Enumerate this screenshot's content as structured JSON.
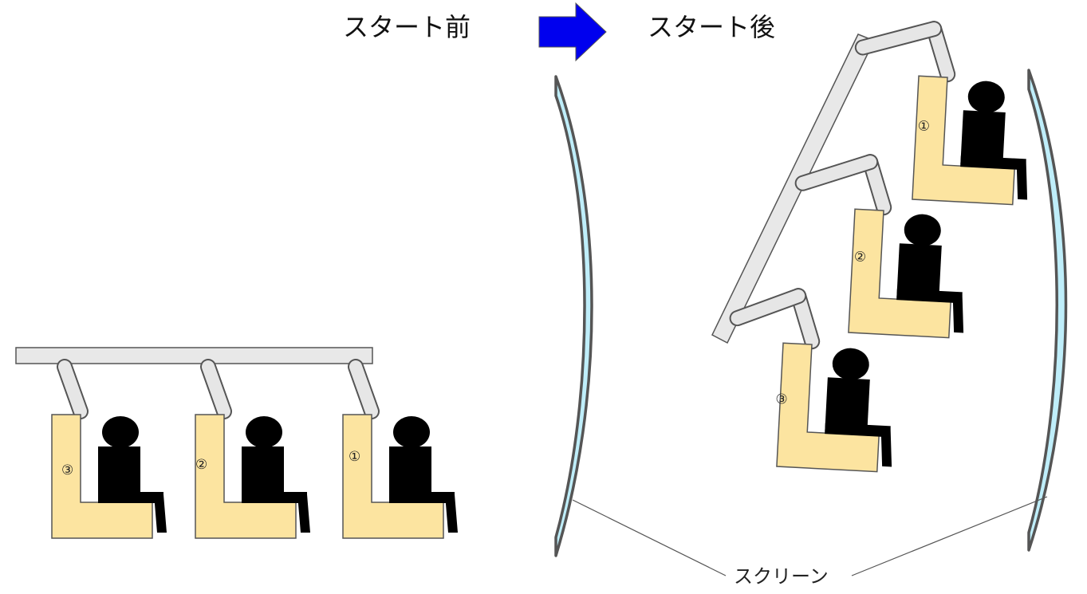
{
  "titles": {
    "before": "スタート前",
    "after": "スタート後"
  },
  "screen_label": "スクリーン",
  "seat_numbers": {
    "before": [
      "③",
      "②",
      "①"
    ],
    "after": [
      "①",
      "②",
      "③"
    ]
  },
  "colors": {
    "seat": "#fce4a0",
    "arrow": "#0000ee",
    "screen": "#bfeefa",
    "bar": "#e8e8e8",
    "person": "#000000"
  },
  "icons": {
    "arrow": "right-arrow-icon",
    "person": "seated-person-icon"
  }
}
